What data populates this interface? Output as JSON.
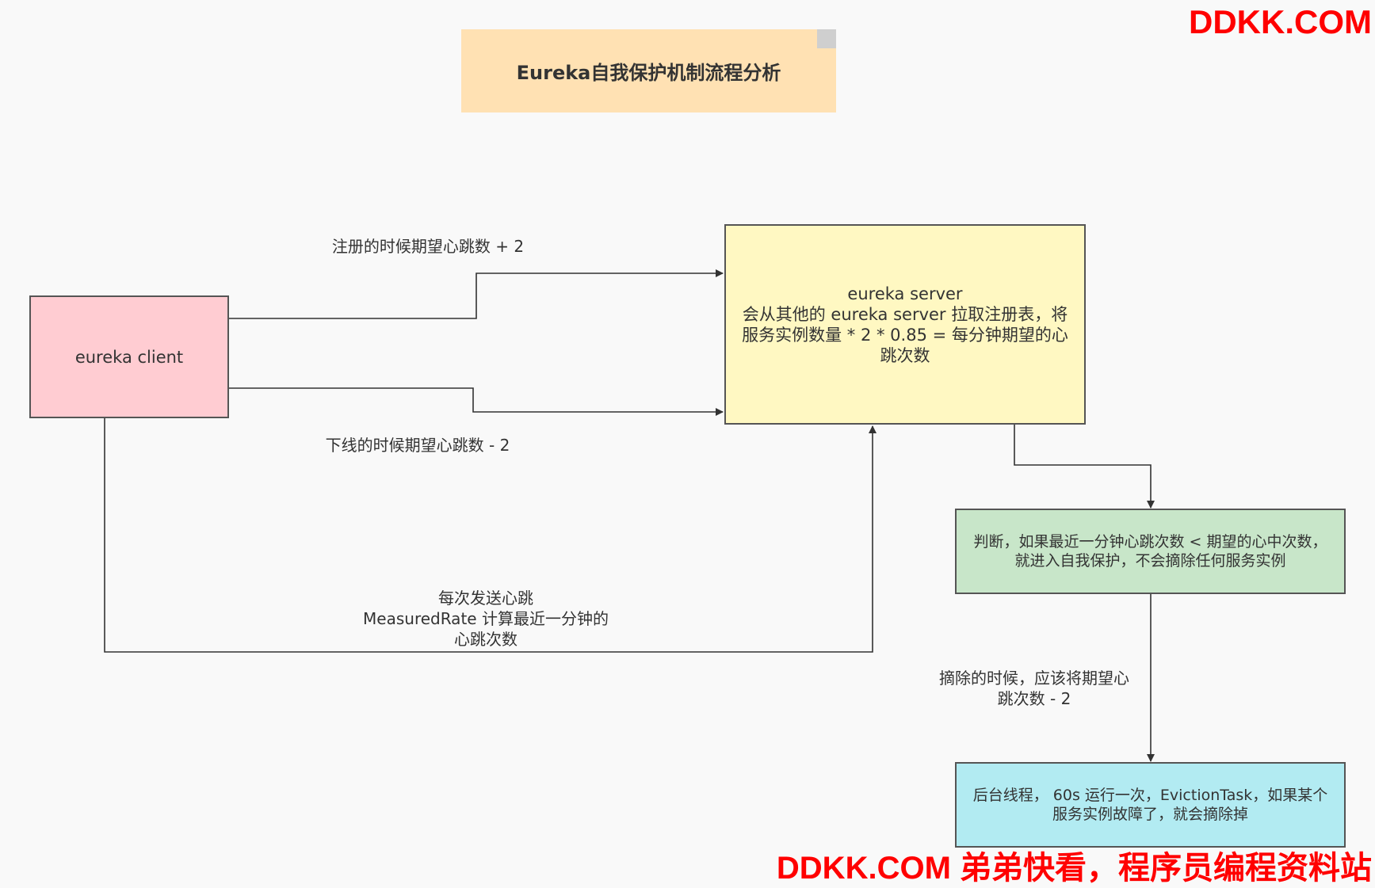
{
  "title": "Eureka自我保护机制流程分析",
  "nodes": {
    "client": "eureka client",
    "server": "eureka server\n会从其他的 eureka server 拉取注册表，将服务实例数量 * 2 * 0.85 = 每分钟期望的心跳次数",
    "judge": "判断，如果最近一分钟心跳次数 < 期望的心中次数，就进入自我保护，不会摘除任何服务实例",
    "evict": "后台线程， 60s 运行一次，EvictionTask，如果某个服务实例故障了，就会摘除掉"
  },
  "edges": {
    "register": "注册的时候期望心跳数 + 2",
    "offline": "下线的时候期望心跳数 - 2",
    "heartbeat": "每次发送心跳\nMeasuredRate 计算最近一分钟的\n心跳次数",
    "evict": "摘除的时候，应该将期望心\n跳次数 - 2"
  },
  "watermark": {
    "top": "DDKK.COM",
    "bottom": "DDKK.COM 弟弟快看，程序员编程资料站"
  },
  "colors": {
    "title_note": "#ffe1b3",
    "client": "#ffccd2",
    "server": "#fff8c2",
    "judge": "#c8e6c9",
    "evict": "#b2ebf2",
    "watermark": "#ff0000"
  }
}
